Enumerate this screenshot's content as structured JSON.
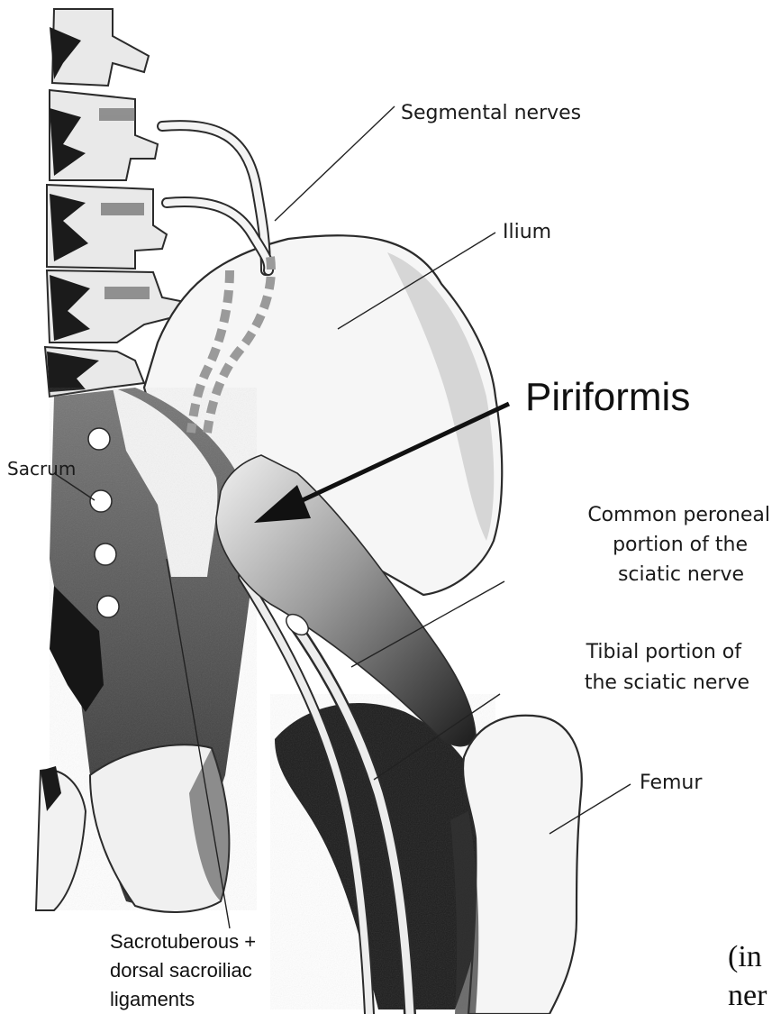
{
  "labels": {
    "segmental_nerves": "Segmental nerves",
    "ilium": "Ilium",
    "piriformis": "Piriformis",
    "sacrum": "Sacrum",
    "common_peroneal": [
      "Common peroneal",
      "portion of the",
      "sciatic nerve"
    ],
    "tibial": [
      "Tibial portion of",
      "the sciatic nerve"
    ],
    "femur": "Femur",
    "ligaments": [
      "Sacrotuberous +",
      "dorsal sacroiliac",
      "ligaments"
    ],
    "cutoff_text": [
      "(in",
      "ner"
    ]
  },
  "colors": {
    "bone_outline": "#2b2b2b",
    "bone_fill": "#f4f4f4",
    "shading_dark": "#1e1e1e",
    "nerve_fill": "#eeeeee",
    "arrow": "#111111"
  }
}
